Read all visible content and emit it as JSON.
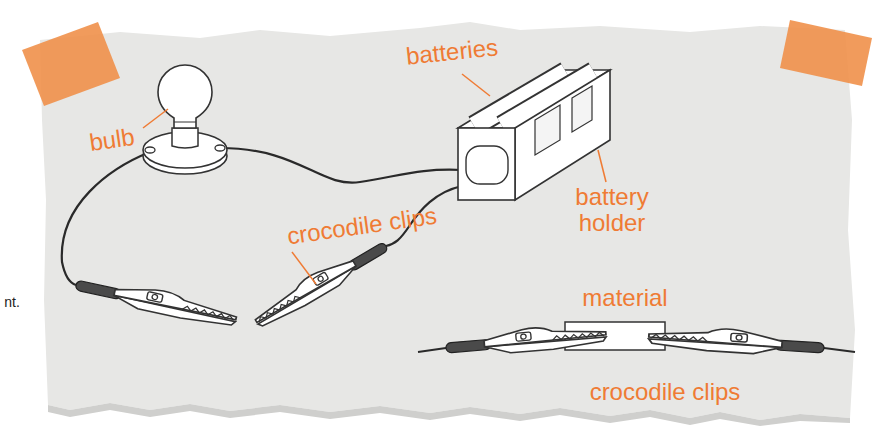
{
  "diagram": {
    "labels": [
      "bulb",
      "batteries",
      "battery holder",
      "crocodile clips",
      "material",
      "crocodile clips",
      "nt."
    ]
  }
}
